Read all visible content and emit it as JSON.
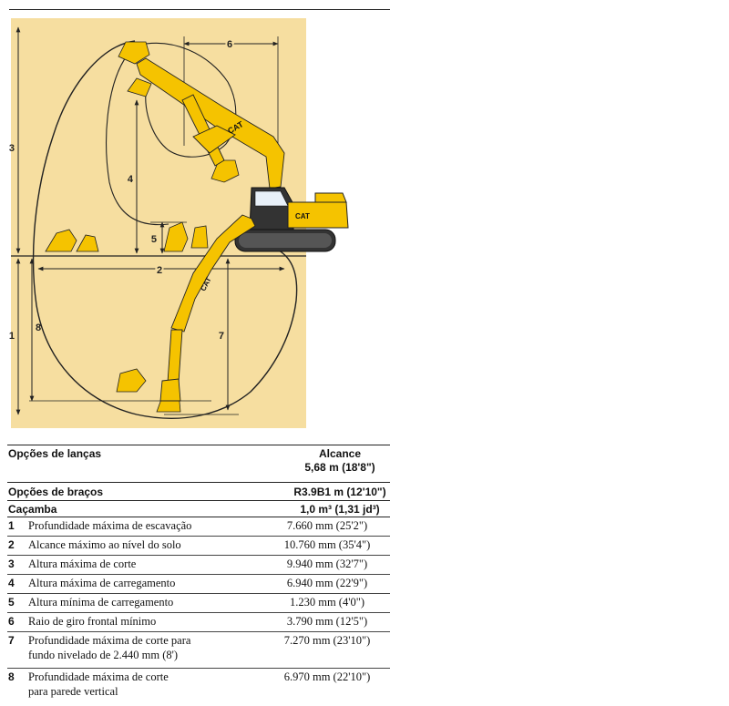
{
  "diagram": {
    "labels": {
      "d1": "1",
      "d2": "2",
      "d3": "3",
      "d4": "4",
      "d5": "5",
      "d6": "6",
      "d7": "7",
      "d8": "8"
    },
    "machine_logo": "CAT",
    "colors": {
      "panel": "#f6dea0",
      "machine": "#f5c300",
      "outline": "#222222",
      "track": "#333333"
    }
  },
  "specs": {
    "header": {
      "lanca_label": "Opções de lanças",
      "lanca_value_1": "Alcance",
      "lanca_value_2": "5,68 m (18'8\")",
      "braco_label": "Opções de braços",
      "braco_value": "R3.9B1 m (12'10\")",
      "cacamba_label": "Caçamba",
      "cacamba_value": "1,0 m³ (1,31 jd³)"
    },
    "rows": [
      {
        "num": "1",
        "desc": "Profundidade máxima de escavação",
        "value": "7.660 mm (25'2\")"
      },
      {
        "num": "2",
        "desc": "Alcance máximo ao nível do solo",
        "value": "10.760 mm (35'4\")"
      },
      {
        "num": "3",
        "desc": "Altura máxima de corte",
        "value": "9.940 mm (32'7\")"
      },
      {
        "num": "4",
        "desc": "Altura máxima de carregamento",
        "value": "6.940 mm (22'9\")"
      },
      {
        "num": "5",
        "desc": "Altura mínima de carregamento",
        "value": "1.230 mm (4'0\")"
      },
      {
        "num": "6",
        "desc": "Raio de giro frontal mínimo",
        "value": "3.790 mm (12'5\")"
      },
      {
        "num": "7",
        "desc": "Profundidade máxima de corte para",
        "desc2": "fundo nivelado de 2.440 mm (8')",
        "value": "7.270 mm (23'10\")"
      },
      {
        "num": "8",
        "desc": "Profundidade máxima de corte",
        "desc2": "para parede vertical",
        "value": "6.970 mm (22'10\")"
      }
    ]
  }
}
